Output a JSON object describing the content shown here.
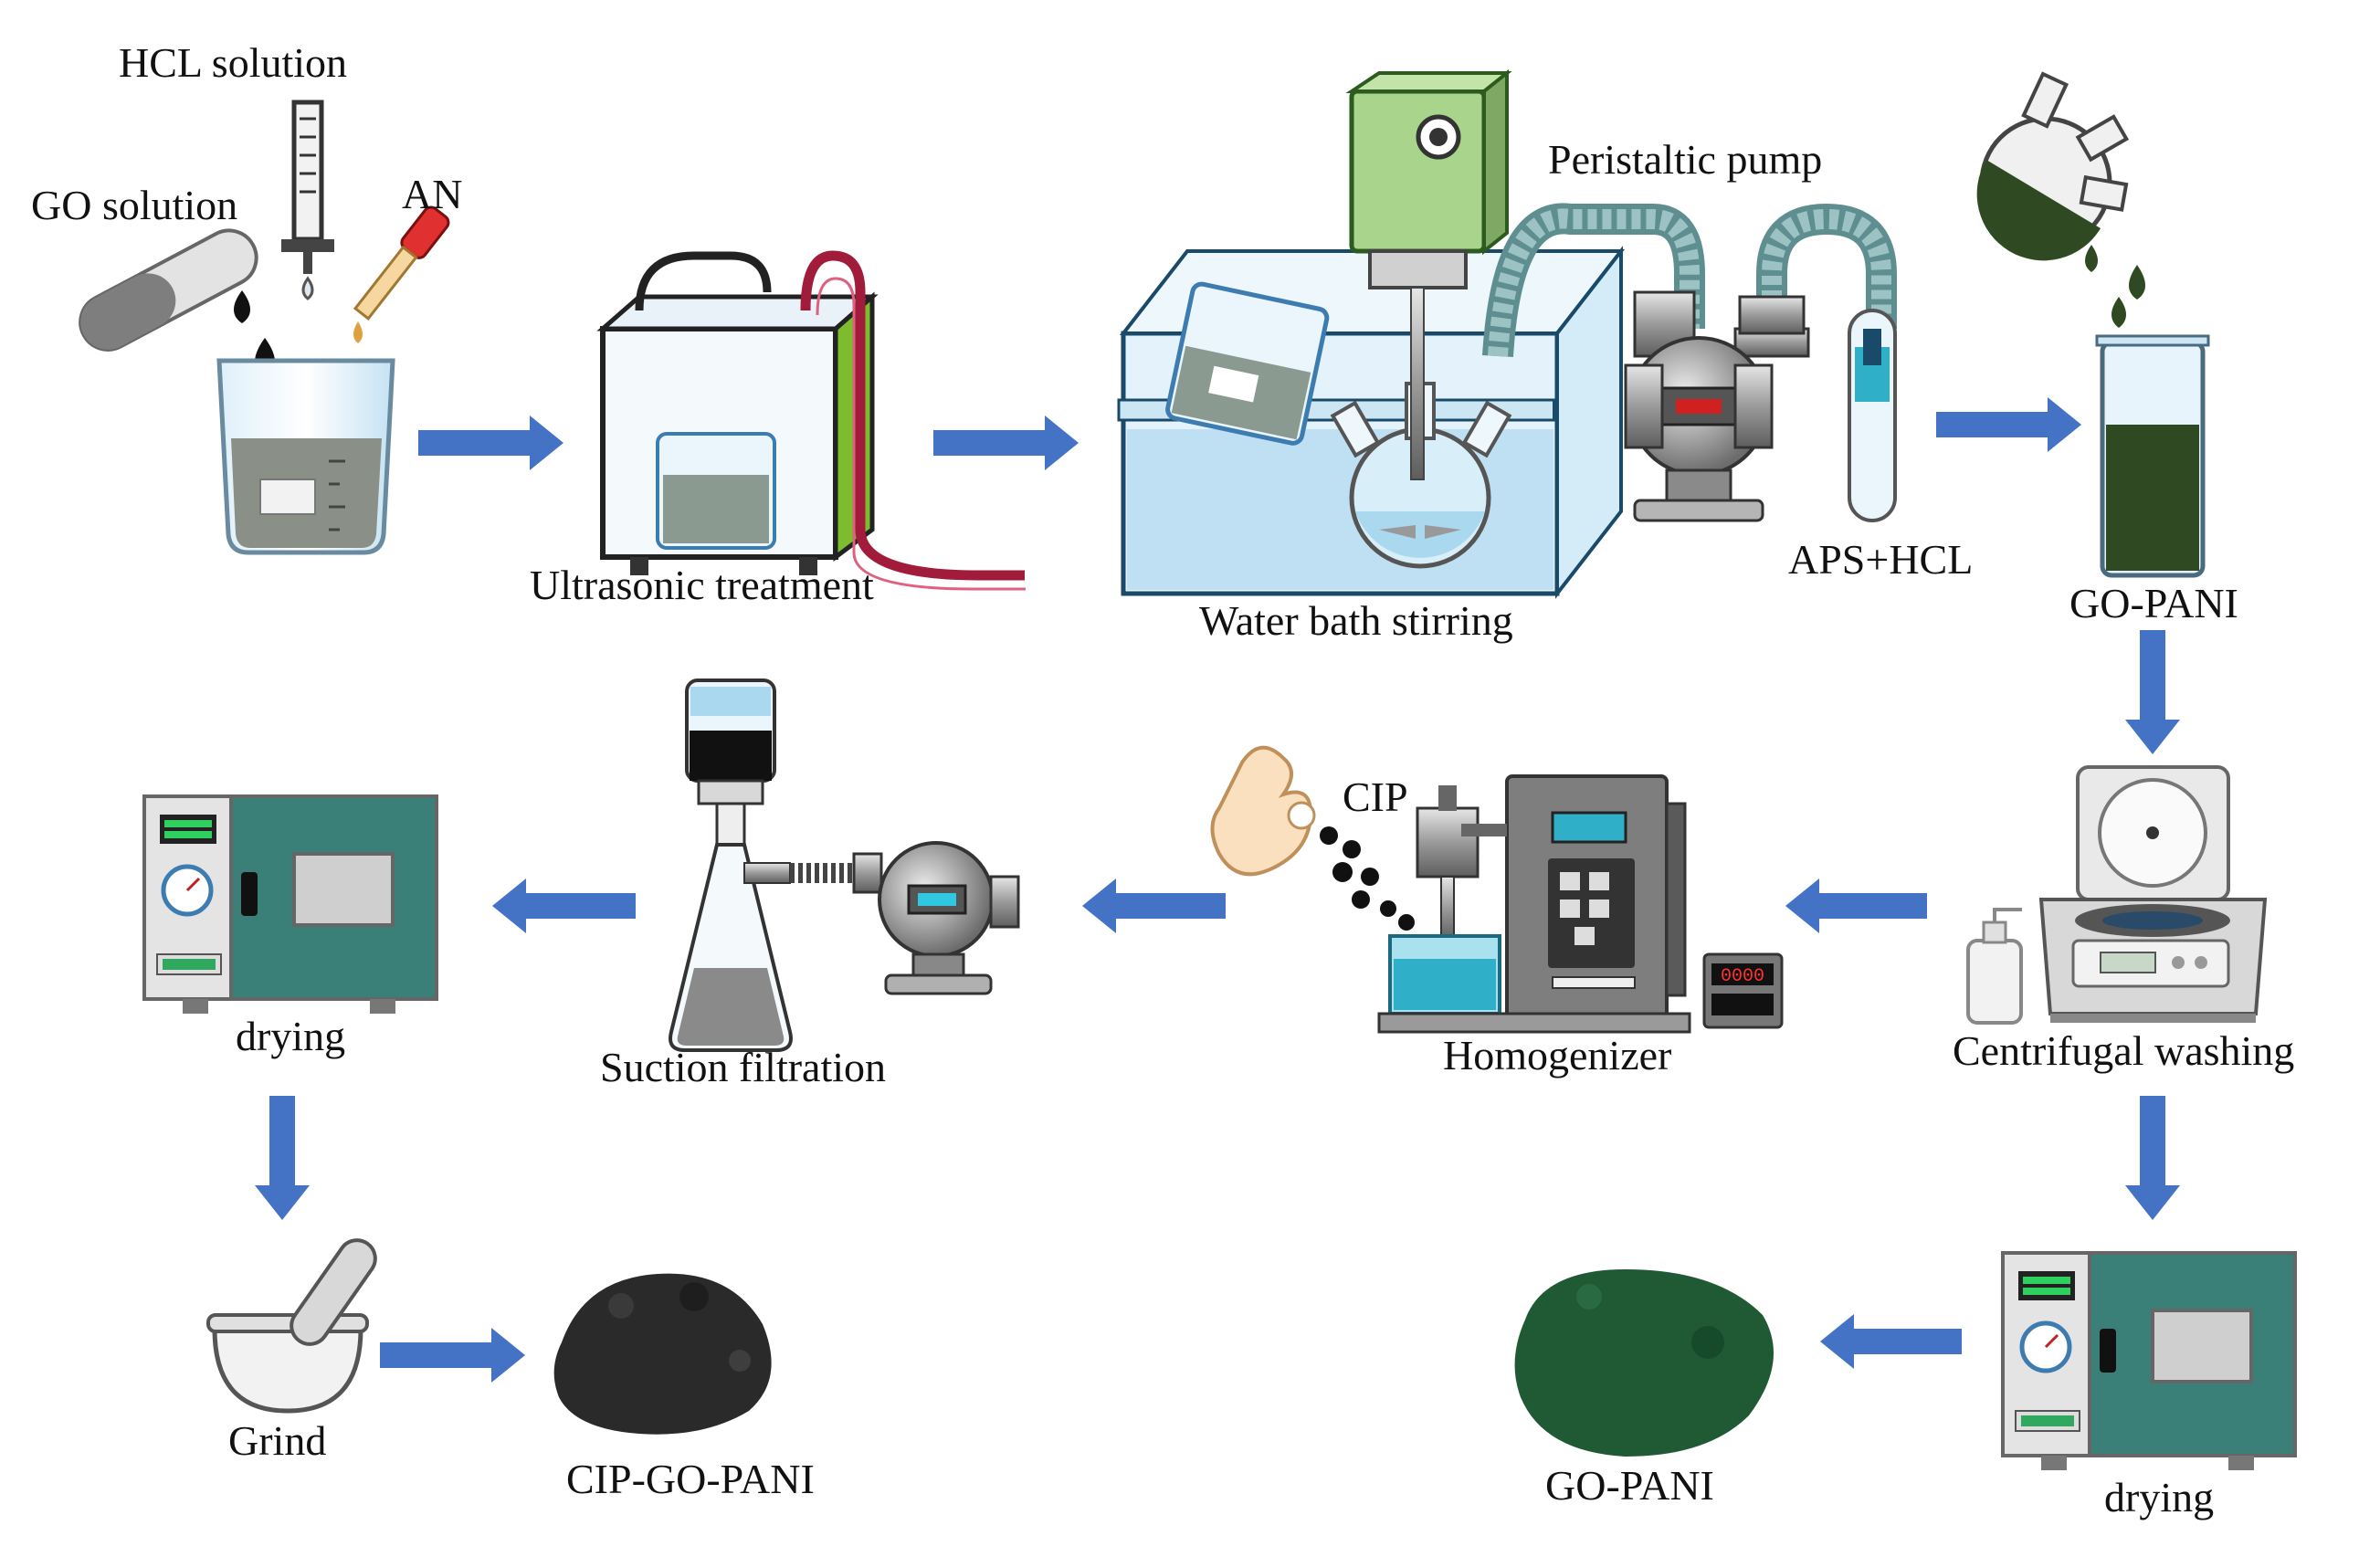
{
  "labels": {
    "hcl_solution": "HCL solution",
    "go_solution": "GO solution",
    "an": "AN",
    "ultrasonic": "Ultrasonic treatment",
    "peristaltic": "Peristaltic pump",
    "water_bath": "Water bath stirring",
    "aps_hcl": "APS+HCL",
    "go_pani_top": "GO-PANI",
    "cip": "CIP",
    "homogenizer": "Homogenizer",
    "suction": "Suction filtration",
    "drying_left": "drying",
    "centrifugal": "Centrifugal washing",
    "drying_right": "drying",
    "grind": "Grind",
    "cip_go_pani": "CIP-GO-PANI",
    "go_pani_bottom": "GO-PANI",
    "meter_display": "0000"
  },
  "colors": {
    "arrow": "#4472c4",
    "liquid_gray": "#8a9088",
    "liquid_green": "#2f4a22",
    "powder_green": "#1f5a35",
    "powder_black": "#2a2a2a",
    "oven_body": "#3a8078",
    "frame_gray": "#b8b8b8",
    "tube_teal": "#7aa6a8",
    "glass_blue": "#cfe7f5"
  },
  "icons": [
    "beaker-icon",
    "test-tube-icon",
    "burette-icon",
    "dropper-icon",
    "ultrasonic-bath-icon",
    "stirrer-icon",
    "water-bath-icon",
    "peristaltic-pump-icon",
    "flask-icon",
    "oven-icon",
    "centrifuge-icon",
    "homogenizer-icon",
    "filtration-flask-icon",
    "mortar-icon",
    "powder-icon",
    "hand-icon"
  ]
}
